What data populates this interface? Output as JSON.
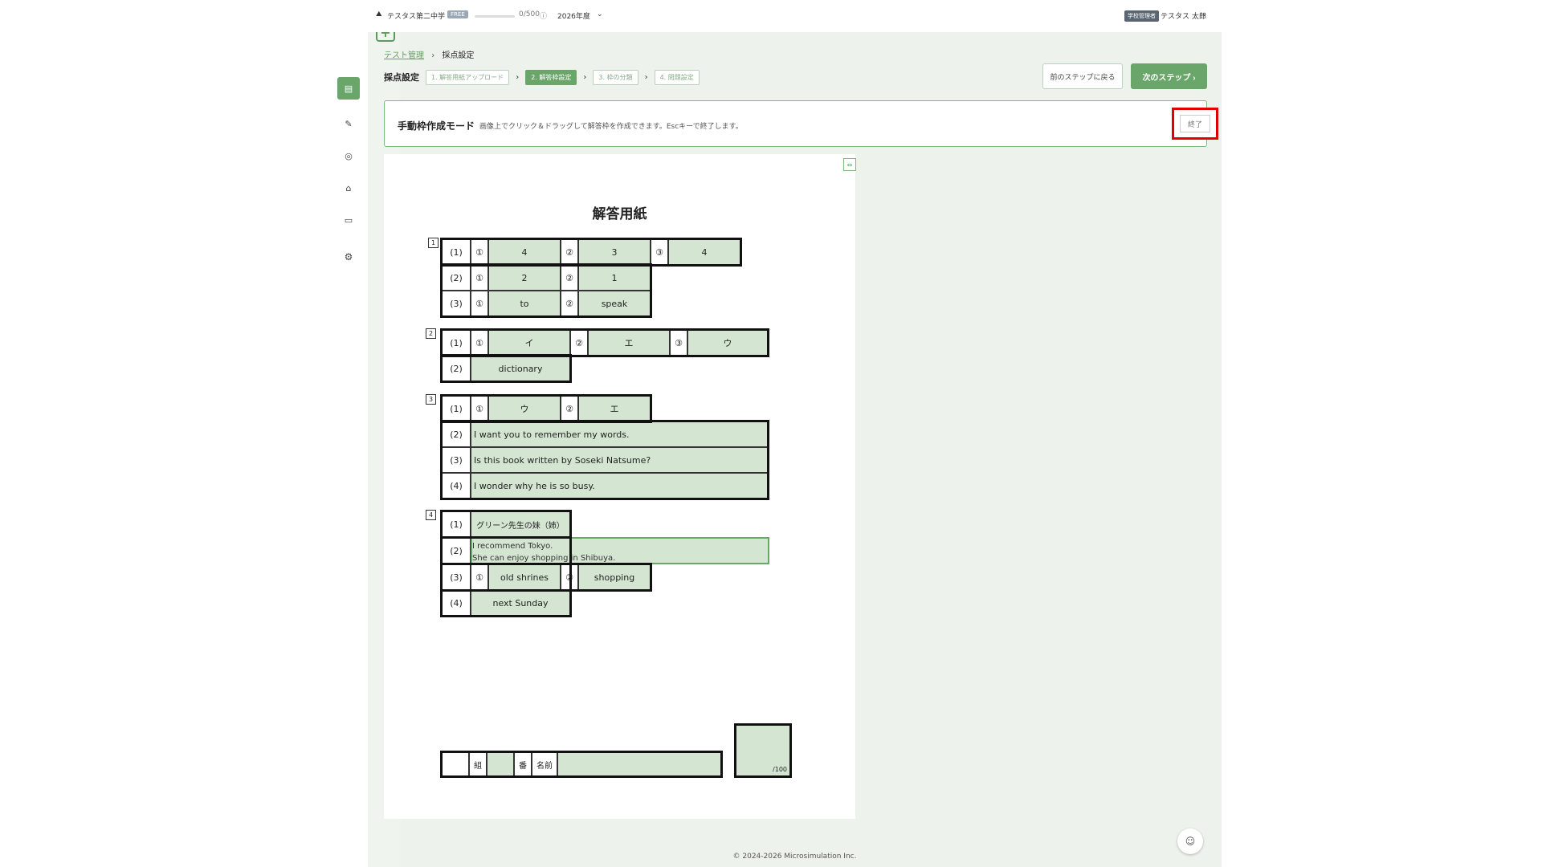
{
  "topbar": {
    "school": "テスタス第二中学",
    "plan": "FREE",
    "quota": "0/500",
    "year": "2026年度",
    "role": "学校管理者",
    "user": "テスタス 太郎"
  },
  "breadcrumb": {
    "parent": "テスト管理",
    "current": "採点設定"
  },
  "steps": {
    "title": "採点設定",
    "items": [
      "1. 解答用紙アップロード",
      "2. 解答枠設定",
      "3. 枠の分類",
      "4. 問題設定"
    ],
    "prev": "前のステップに戻る",
    "next": "次のステップ"
  },
  "mode": {
    "title": "手動枠作成モード",
    "desc": "画像上でクリック＆ドラッグして解答枠を作成できます。Escキーで終了します。",
    "end": "終了"
  },
  "sheet": {
    "title": "解答用紙",
    "q1": {
      "n": "1",
      "r1": [
        "(1)",
        "①",
        "4",
        "②",
        "3",
        "③",
        "4"
      ],
      "r2": [
        "(2)",
        "①",
        "2",
        "②",
        "1"
      ],
      "r3": [
        "(3)",
        "①",
        "to",
        "②",
        "speak"
      ]
    },
    "q2": {
      "n": "2",
      "r1": [
        "(1)",
        "①",
        "イ",
        "②",
        "エ",
        "③",
        "ウ"
      ],
      "r2": [
        "(2)",
        "dictionary"
      ]
    },
    "q3": {
      "n": "3",
      "r1": [
        "(1)",
        "①",
        "ウ",
        "②",
        "エ"
      ],
      "r2": [
        "(2)",
        "I want you to remember my words."
      ],
      "r3": [
        "(3)",
        "Is this book written by Soseki Natsume?"
      ],
      "r4": [
        "(4)",
        "I wonder why he is so busy."
      ]
    },
    "q4": {
      "n": "4",
      "r1": [
        "(1)",
        "グリーン先生の妹（姉）"
      ],
      "r2": [
        "(2)",
        "I recommend Tokyo.",
        "She can enjoy shopping in Shibuya."
      ],
      "r3": [
        "(3)",
        "①",
        "old shrines",
        "②",
        "shopping"
      ],
      "r4": [
        "(4)",
        "next Sunday"
      ]
    },
    "name": {
      "kumi": "組",
      "ban": "番",
      "namae": "名前"
    },
    "score": "/100"
  },
  "footer": "© 2024-2026 Microsimulation Inc.",
  "colors": {
    "accent": "#6aa66a",
    "answer_fill": "#d4e6d2",
    "highlight": "#e00000"
  }
}
